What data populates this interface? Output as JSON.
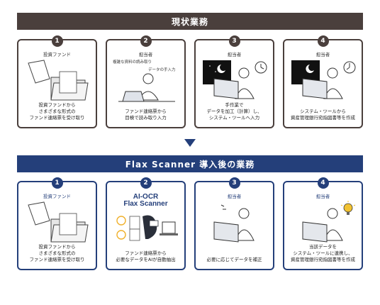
{
  "current": {
    "title": "現状業務",
    "steps": [
      {
        "num": "1",
        "role": "投資ファンド",
        "desc": "投資ファンドから\nさまざまな形式の\nファンド連絡票を受け取り"
      },
      {
        "num": "2",
        "role": "担当者",
        "desc": "ファンド連絡票から\n目検で読み取り入力",
        "notes": [
          "複雑な資料の読み取り",
          "データの手入力"
        ]
      },
      {
        "num": "3",
        "role": "担当者",
        "desc": "手作業で\nデータを加工（計算）し、\nシステム・ツールへ入力"
      },
      {
        "num": "4",
        "role": "担当者",
        "desc": "システム・ツールから\n資産管理銀行宛指図書等を作成"
      }
    ]
  },
  "future": {
    "title": "Flax Scanner 導入後の業務",
    "steps": [
      {
        "num": "1",
        "role": "投資ファンド",
        "desc": "投資ファンドから\nさまざまな形式の\nファンド連絡票を受け取り"
      },
      {
        "num": "2",
        "role": "",
        "ai_title": "AI-OCR\nFlax Scanner",
        "desc": "ファンド連絡票から\n必要なデータをAIが自動抽出"
      },
      {
        "num": "3",
        "role": "担当者",
        "desc": "必要に応じてデータを補正"
      },
      {
        "num": "4",
        "role": "担当者",
        "desc": "当該データを\nシステム・ツールに連携し、\n資産管理銀行宛指図書等を作成"
      }
    ]
  },
  "colors": {
    "top": "#4a3f3c",
    "bottom": "#243f7a",
    "lamp": "#f2c230",
    "ai_accent": "#f0b02a"
  }
}
